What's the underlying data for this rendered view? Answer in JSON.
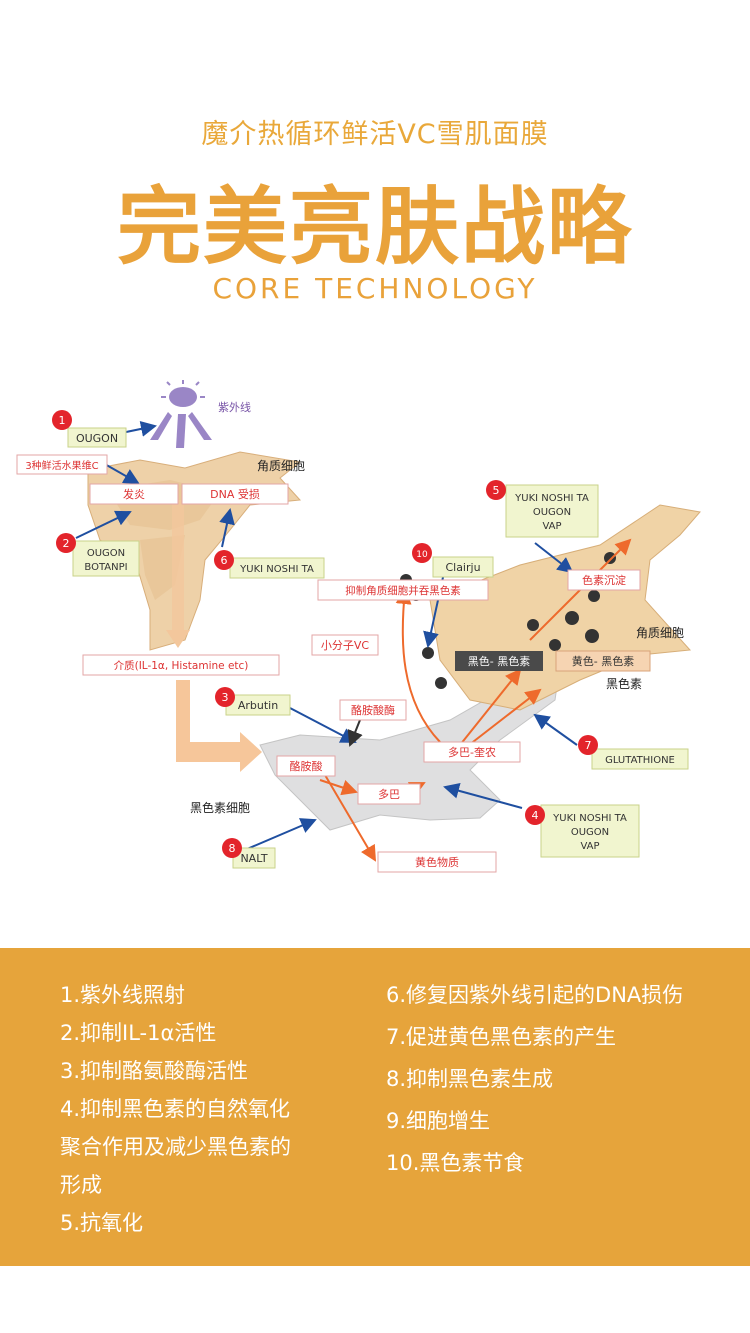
{
  "header": {
    "subtitle": "魔介热循环鲜活VC雪肌面膜",
    "title": "完美亮肤战略",
    "tech": "CORE TECHNOLOGY"
  },
  "diagram": {
    "uv": "紫外线",
    "cell_label_1": "角质细胞",
    "cell_label_2": "角质细胞",
    "melanocyte": "黑色素细胞",
    "melanin": "黑色素",
    "boxes": {
      "ougon": "OUGON",
      "fruit": "3种鲜活水果维C",
      "inflam": "发炎",
      "dna": "DNA 受损",
      "ougon_botanpi_1": "OUGON",
      "ougon_botanpi_2": "BOTANPI",
      "yuki6": "YUKI NOSHI TA",
      "mediator": "介质(IL-1α, Histamine etc)",
      "arbutin": "Arbutin",
      "smallvc": "小分子VC",
      "tyrosinase": "酪胺酸酶",
      "tyrosine": "酪胺酸",
      "dopa": "多巴",
      "dopaquinone": "多巴-奎农",
      "yellow_sub": "黄色物质",
      "nalt": "NALT",
      "clairju": "Clairju",
      "inhibit": "抑制角质细胞并吞黑色素",
      "yuki5_1": "YUKI NOSHI TA",
      "yuki5_2": "OUGON",
      "yuki5_3": "VAP",
      "pigment": "色素沉淀",
      "black_mel": "黑色- 黑色素",
      "yellow_mel": "黄色- 黑色素",
      "glutathione": "GLUTATHIONE",
      "yuki4_1": "YUKI NOSHI TA",
      "yuki4_2": "OUGON",
      "yuki4_3": "VAP"
    },
    "numbers": [
      "1",
      "2",
      "3",
      "4",
      "5",
      "6",
      "7",
      "8",
      "10"
    ]
  },
  "legend": {
    "left": [
      "1.紫外线照射",
      "2.抑制IL-1α活性",
      "3.抑制酪氨酸酶活性",
      "4.抑制黑色素的自然氧化",
      "聚合作用及减少黑色素的",
      "形成",
      "5.抗氧化"
    ],
    "right": [
      "6.修复因紫外线引起的DNA损伤",
      "7.促进黄色黑色素的产生",
      "8.抑制黑色素生成",
      "9.细胞增生",
      "10.黑色素节食"
    ]
  },
  "colors": {
    "accent": "#e9a23a",
    "panel": "#e6a43b",
    "red_badge": "#e3242b",
    "blue_arrow": "#1f4fa0",
    "orange_arrow": "#ee6a2c",
    "green_box": "#f1f5cf"
  }
}
